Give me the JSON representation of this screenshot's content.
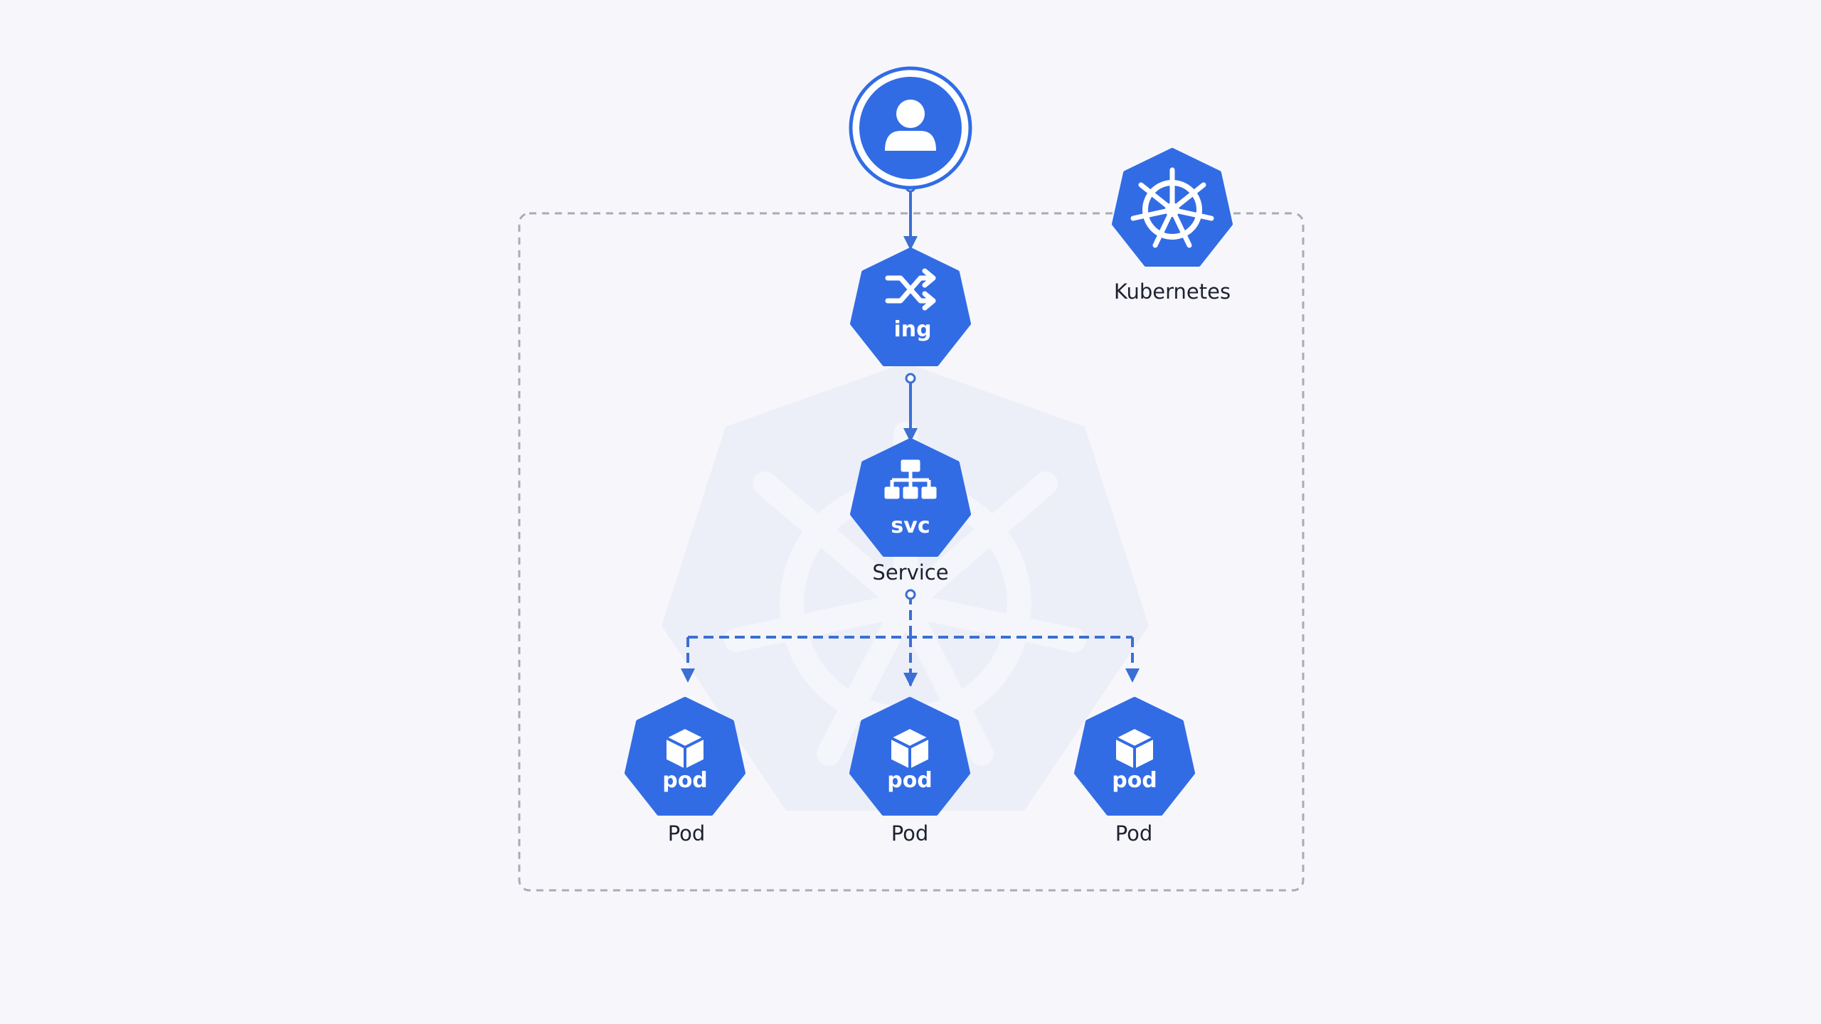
{
  "colors": {
    "background": "#f7f7fb",
    "node_blue": "#326ce5",
    "connector": "#3b6fd4",
    "boundary": "#a9acb6",
    "watermark": "#e4e9f6",
    "text": "#1e2230"
  },
  "user": {
    "icon": "user-icon"
  },
  "kubernetes": {
    "icon": "kubernetes-helm-icon",
    "label": "Kubernetes"
  },
  "ingress": {
    "icon": "shuffle-icon",
    "badge": "ing"
  },
  "service": {
    "icon": "sitemap-icon",
    "badge": "svc",
    "label": "Service"
  },
  "pods": [
    {
      "icon": "cube-icon",
      "badge": "pod",
      "label": "Pod"
    },
    {
      "icon": "cube-icon",
      "badge": "pod",
      "label": "Pod"
    },
    {
      "icon": "cube-icon",
      "badge": "pod",
      "label": "Pod"
    }
  ]
}
